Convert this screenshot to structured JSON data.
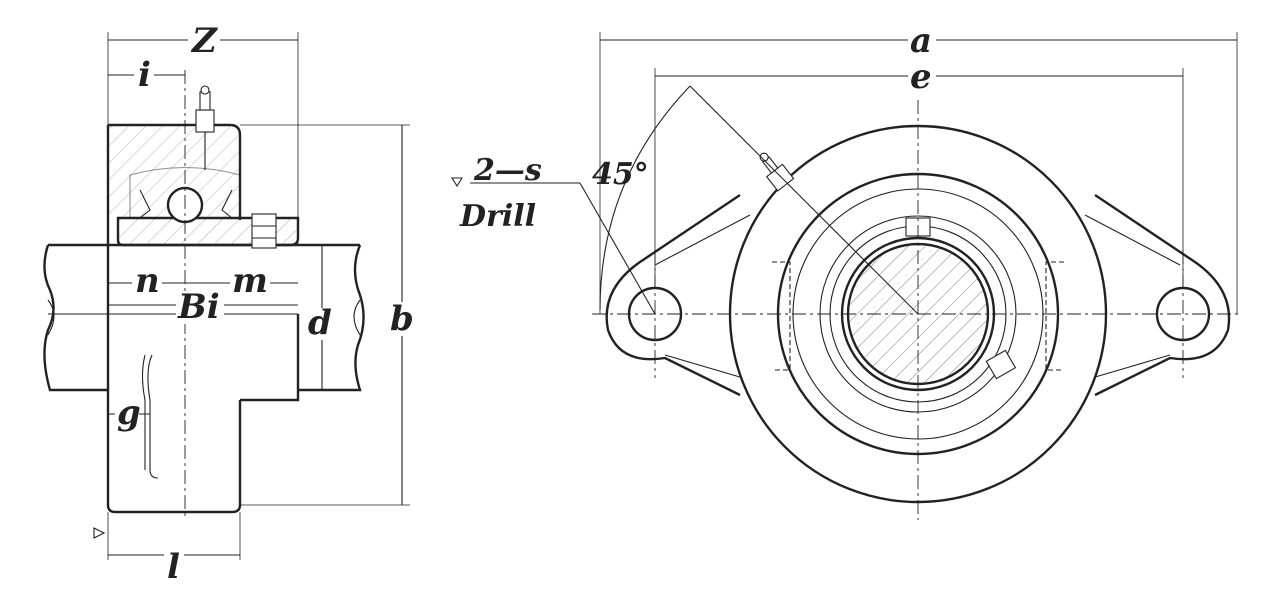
{
  "side_view_labels": {
    "Z": "Z",
    "i": "i",
    "n": "n",
    "m": "m",
    "Bi": "Bi",
    "d": "d",
    "b": "b",
    "g": "g",
    "l": "l"
  },
  "front_view_labels": {
    "a": "a",
    "e": "e",
    "angle": "45°",
    "holes": "2—s",
    "drill": "Drill"
  },
  "colors": {
    "line": "#222222",
    "hatch": "#555555",
    "background": "#ffffff"
  }
}
